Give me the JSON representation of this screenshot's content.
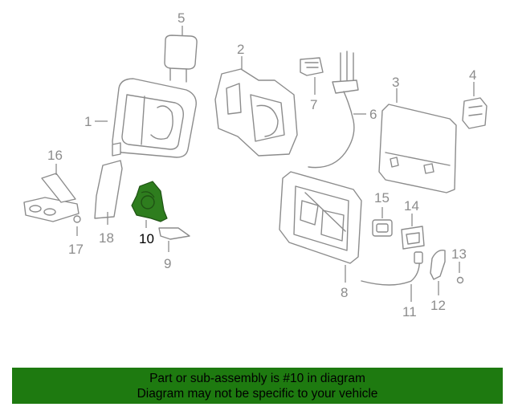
{
  "callouts": {
    "c1": "1",
    "c2": "2",
    "c3": "3",
    "c4": "4",
    "c5": "5",
    "c6": "6",
    "c7": "7",
    "c8": "8",
    "c9": "9",
    "c10": "10",
    "c11": "11",
    "c12": "12",
    "c13": "13",
    "c14": "14",
    "c15": "15",
    "c16": "16",
    "c17": "17",
    "c18": "18"
  },
  "highlighted_part": "10",
  "colors": {
    "line": "#8c8c8c",
    "highlight_part": "#2e7d1e",
    "banner_bg": "#1e7a10",
    "banner_text": "#000000"
  },
  "banner": {
    "line1": "Part or sub-assembly is #10 in diagram",
    "line2": "Diagram may not be specific to your vehicle"
  }
}
